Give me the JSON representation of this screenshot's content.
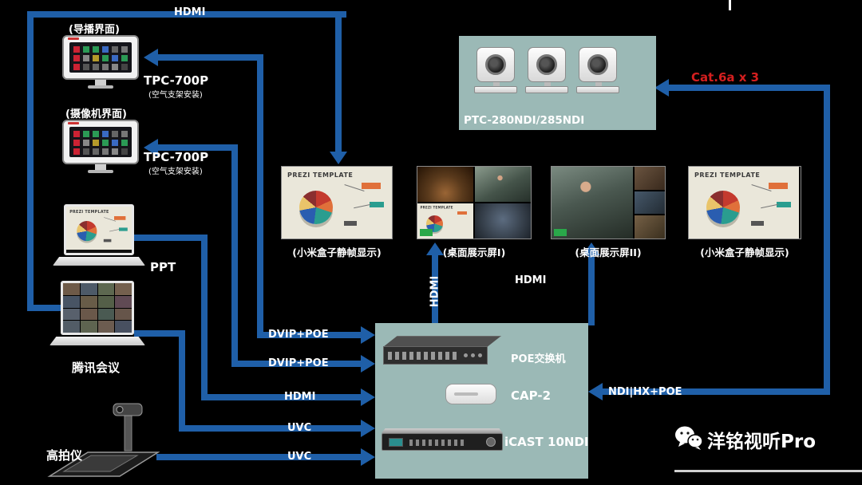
{
  "colors": {
    "arrow_blue": "#1f5fa8",
    "box_teal": "#9bb9b6",
    "cat6_red": "#d41f1f",
    "canvas_bg": "#000000",
    "chip_green": "#2aa84a"
  },
  "tpc_panels": [
    {
      "title": "(导播界面)",
      "model": "TPC-700P",
      "note": "(空气支架安装)"
    },
    {
      "title": "(摄像机界面)",
      "model": "TPC-700P",
      "note": "(空气支架安装)"
    }
  ],
  "sources": {
    "ppt_label": "PPT",
    "tencent_label": "腾讯会议",
    "doccam_label": "高拍仪"
  },
  "camera_unit": {
    "model": "PTC-280NDI/285NDI"
  },
  "hub": {
    "switch_label": "POE交换机",
    "cap2_label": "CAP-2",
    "icast_label": "iCAST 10NDI"
  },
  "monitors": [
    {
      "caption": "(小米盒子静帧显示)"
    },
    {
      "caption": "(桌面展示屏I)"
    },
    {
      "caption": "(桌面展示屏II)"
    },
    {
      "caption": "(小米盒子静帧显示)"
    }
  ],
  "connections": {
    "hdmi_top": "HDMI",
    "dvip_poe_1": "DVIP+POE",
    "dvip_poe_2": "DVIP+POE",
    "hdmi_left": "HDMI",
    "uvc_1": "UVC",
    "uvc_2": "UVC",
    "hdmi_display1": "HDMI",
    "hdmi_display2": "HDMI",
    "ndi_hx_poe": "NDI|HX+POE",
    "cat6a": "Cat.6a x 3"
  },
  "screen_content": {
    "prezi_title": "PREZI TEMPLATE"
  },
  "watermark": {
    "brand": "洋铭视听Pro"
  }
}
